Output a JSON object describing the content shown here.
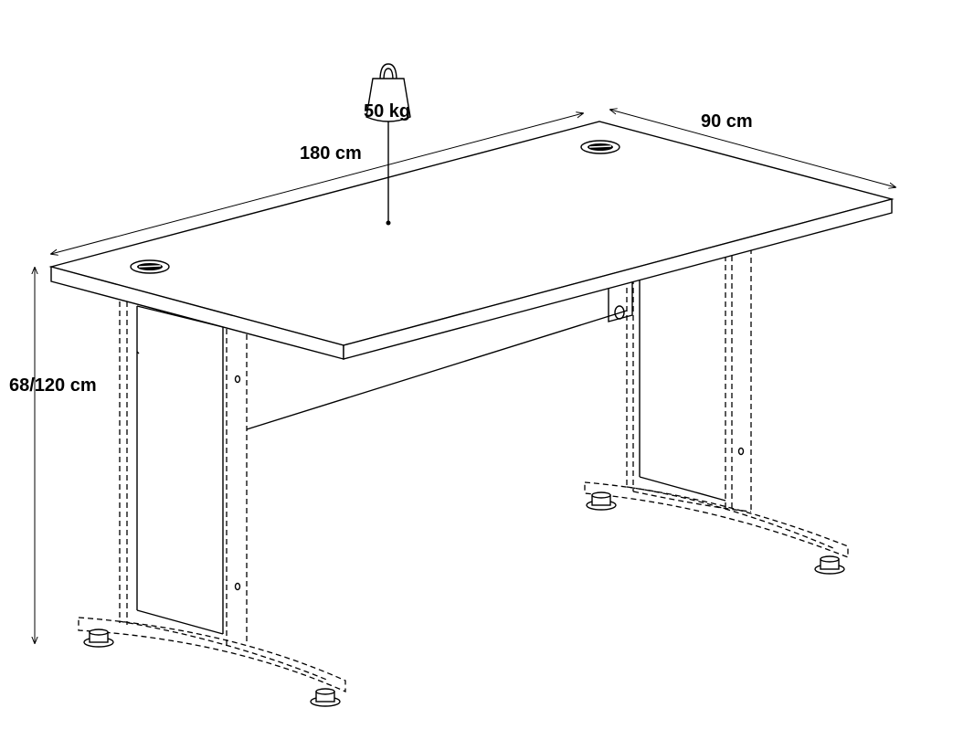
{
  "dimensions": {
    "width_label": "180 cm",
    "depth_label": "90 cm",
    "height_label": "68/120 cm",
    "load_label": "50 kg"
  },
  "icons": {
    "load": "weight-icon",
    "foot": "leveling-foot-icon",
    "grommet": "cable-grommet-icon"
  }
}
